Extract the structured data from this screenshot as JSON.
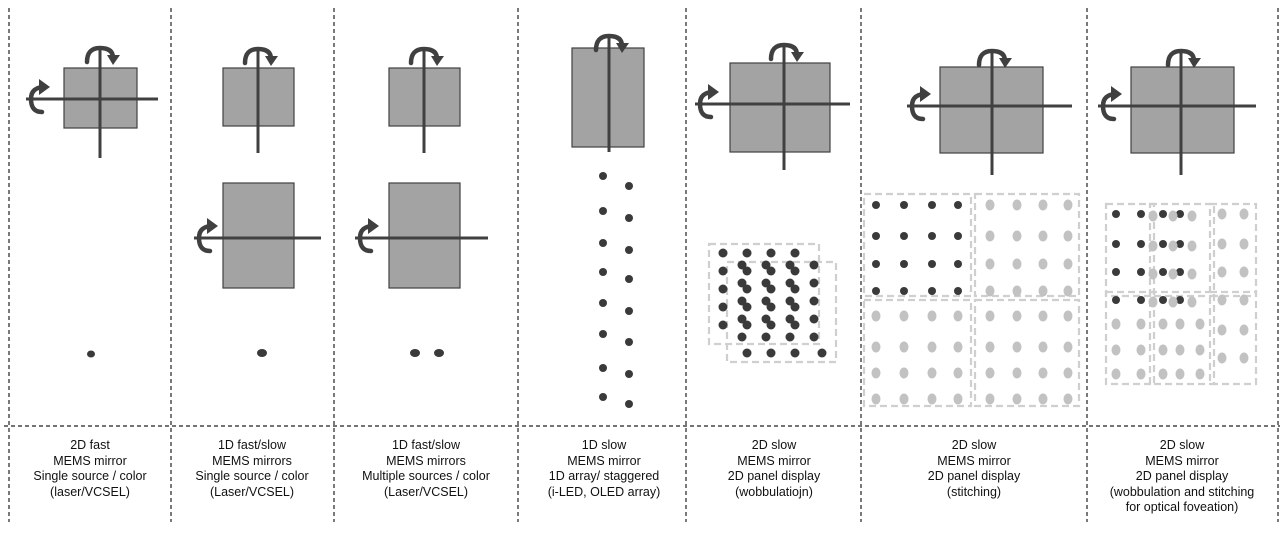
{
  "colors": {
    "mirror_fill": "#a3a3a3",
    "mirror_stroke": "#404040",
    "axis": "#404040",
    "arrow": "#404040",
    "dot": "#3a3a3a",
    "ghost_dot": "#c2c2c2",
    "ghost_frame": "#cfcfcf",
    "divider": "#222222"
  },
  "icons": {
    "rotation_arrow": "curved-rotation-arrow-icon",
    "mirror": "mems-mirror-square"
  },
  "columns": [
    {
      "id": "col1",
      "caption": [
        "2D fast",
        "MEMS mirror",
        "Single source / color",
        "(laser/VCSEL)"
      ]
    },
    {
      "id": "col2",
      "caption": [
        "1D fast/slow",
        "MEMS mirrors",
        "Single source / color",
        "(Laser/VCSEL)"
      ]
    },
    {
      "id": "col3",
      "caption": [
        "1D fast/slow",
        "MEMS mirrors",
        "Multiple sources / color",
        "(Laser/VCSEL)"
      ]
    },
    {
      "id": "col4",
      "caption": [
        "1D slow",
        "MEMS mirror",
        "1D array/ staggered",
        "(i-LED, OLED array)"
      ]
    },
    {
      "id": "col5",
      "caption": [
        "2D slow",
        "MEMS mirror",
        "2D panel display",
        "(wobbulatiojn)"
      ]
    },
    {
      "id": "col6",
      "caption": [
        "2D slow",
        "MEMS mirror",
        "2D panel display",
        "(stitching)"
      ]
    },
    {
      "id": "col7",
      "caption": [
        "2D slow",
        "MEMS mirror",
        "2D panel display",
        "(wobbulation and stitching",
        "for optical foveation)"
      ]
    }
  ]
}
